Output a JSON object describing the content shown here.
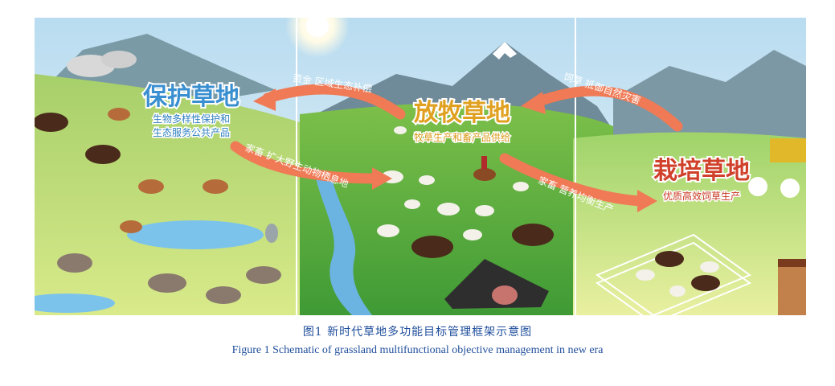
{
  "figure": {
    "left_panel": {
      "title": "保护草地",
      "subtitle_line1": "生物多样性保护和",
      "subtitle_line2": "生态服务公共产品"
    },
    "center_panel": {
      "title": "放牧草地",
      "subtitle": "牧草生产和畜产品供给"
    },
    "right_panel": {
      "title": "栽培草地",
      "subtitle": "优质高效饲草生产"
    },
    "arrows": {
      "center_to_left": "资金 区域生态补偿",
      "right_to_center": "饲草 抵御自然灾害",
      "left_to_center": "家畜 扩大野生动物栖息地",
      "center_to_right": "家畜 营养均衡生产"
    }
  },
  "caption": {
    "zh": "图1   新时代草地多功能目标管理框架示意图",
    "en": "Figure 1    Schematic of grassland multifunctional objective management in new era"
  }
}
